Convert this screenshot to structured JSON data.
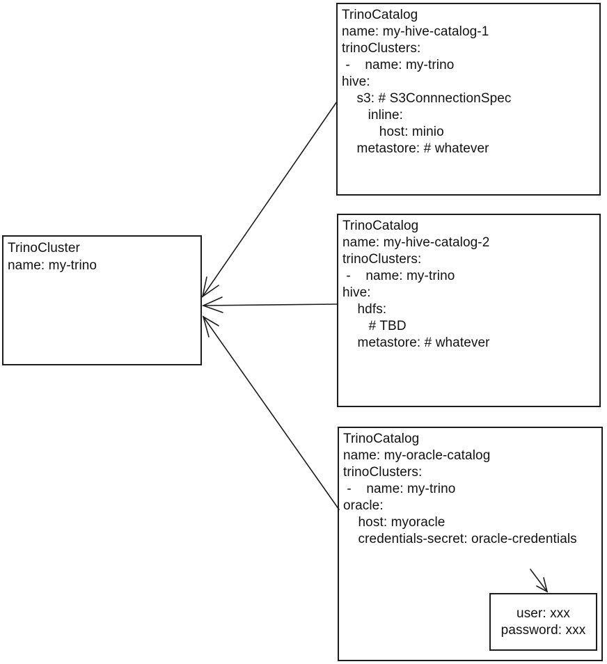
{
  "diagram": {
    "cluster_box": {
      "lines": [
        "TrinoCluster",
        "name: my-trino"
      ]
    },
    "catalog_boxes": [
      {
        "lines": [
          "TrinoCatalog",
          "name: my-hive-catalog-1",
          "trinoClusters:",
          " -    name: my-trino",
          "hive:",
          "    s3: # S3ConnnectionSpec",
          "       inline:",
          "          host: minio",
          "    metastore: # whatever"
        ]
      },
      {
        "lines": [
          "TrinoCatalog",
          "name: my-hive-catalog-2",
          "trinoClusters:",
          " -    name: my-trino",
          "hive:",
          "    hdfs:",
          "       # TBD",
          "    metastore: # whatever"
        ]
      },
      {
        "lines": [
          "TrinoCatalog",
          "name: my-oracle-catalog",
          "trinoClusters:",
          " -    name: my-trino",
          "oracle:",
          "    host: myoracle",
          "    credentials-secret: oracle-credentials"
        ]
      }
    ],
    "secret_box": {
      "lines": [
        "user: xxx",
        "password: xxx"
      ]
    },
    "colors": {
      "stroke": "#1c1c1c",
      "background": "#ffffff",
      "text": "#111111"
    }
  }
}
